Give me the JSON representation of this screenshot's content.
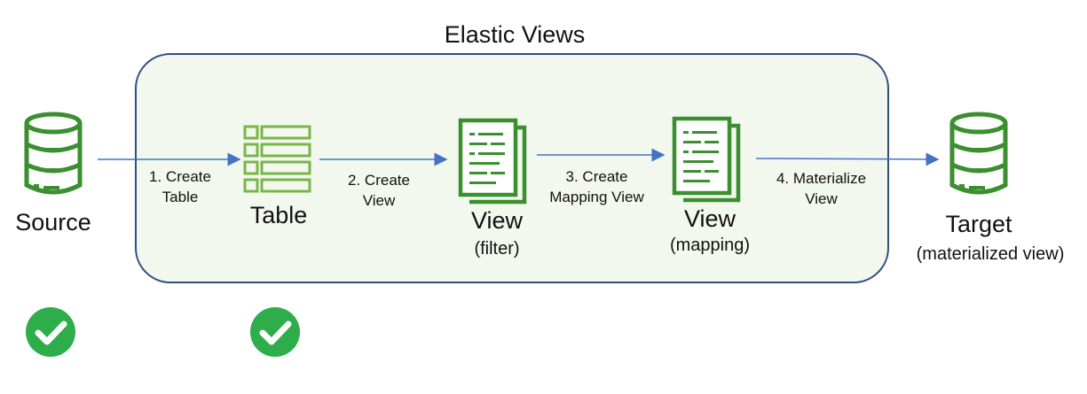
{
  "diagram": {
    "title": "Elastic Views",
    "nodes": {
      "source": {
        "label": "Source",
        "icon": "database-icon"
      },
      "table": {
        "label": "Table",
        "icon": "table-icon"
      },
      "view_filter": {
        "label": "View",
        "sublabel": "(filter)",
        "icon": "document-icon"
      },
      "view_mapping": {
        "label": "View",
        "sublabel": "(mapping)",
        "icon": "document-icon"
      },
      "target": {
        "label": "Target",
        "sublabel": "(materialized view)",
        "icon": "database-icon"
      }
    },
    "steps": [
      {
        "line1": "1. Create",
        "line2": "Table"
      },
      {
        "line1": "2. Create",
        "line2": "View"
      },
      {
        "line1": "3. Create",
        "line2": "Mapping View"
      },
      {
        "line1": "4. Materialize",
        "line2": "View"
      }
    ],
    "status": {
      "source_done": {
        "icon": "check-circle-icon"
      },
      "table_done": {
        "icon": "check-circle-icon"
      }
    },
    "colors": {
      "icon_green": "#3a8f2f",
      "check_green": "#2eae4a",
      "arrow_blue": "#4472c4",
      "box_border": "#2f4e7e",
      "box_fill": "#f3f8ef"
    }
  }
}
